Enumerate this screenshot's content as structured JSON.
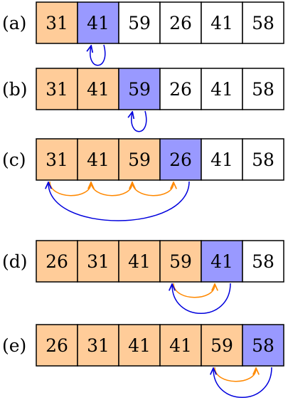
{
  "colors": {
    "sorted": "#FFCC99",
    "key": "#9999FF",
    "unsorted": "#FFFFFF",
    "move_arrow": "#FF8800",
    "insert_arrow": "#0000DD",
    "border": "#000000"
  },
  "steps": [
    {
      "label": "(a)",
      "values": [
        "31",
        "41",
        "59",
        "26",
        "41",
        "58"
      ],
      "states": [
        "sorted",
        "key",
        "unsorted",
        "unsorted",
        "unsorted",
        "unsorted"
      ],
      "insert_arrow": {
        "from_cell": 1,
        "to_cell": 1
      },
      "move_arrows": []
    },
    {
      "label": "(b)",
      "values": [
        "31",
        "41",
        "59",
        "26",
        "41",
        "58"
      ],
      "states": [
        "sorted",
        "sorted",
        "key",
        "unsorted",
        "unsorted",
        "unsorted"
      ],
      "insert_arrow": {
        "from_cell": 2,
        "to_cell": 2
      },
      "move_arrows": []
    },
    {
      "label": "(c)",
      "values": [
        "31",
        "41",
        "59",
        "26",
        "41",
        "58"
      ],
      "states": [
        "sorted",
        "sorted",
        "sorted",
        "key",
        "unsorted",
        "unsorted"
      ],
      "insert_arrow": {
        "from_cell": 3,
        "to_cell": 0
      },
      "move_arrows": [
        {
          "from_cell": 0,
          "to_cell": 1
        },
        {
          "from_cell": 1,
          "to_cell": 2
        },
        {
          "from_cell": 2,
          "to_cell": 3
        }
      ]
    },
    {
      "label": "(d)",
      "values": [
        "26",
        "31",
        "41",
        "59",
        "41",
        "58"
      ],
      "states": [
        "sorted",
        "sorted",
        "sorted",
        "sorted",
        "key",
        "unsorted"
      ],
      "insert_arrow": {
        "from_cell": 4,
        "to_cell": 3
      },
      "move_arrows": [
        {
          "from_cell": 3,
          "to_cell": 4
        }
      ]
    },
    {
      "label": "(e)",
      "values": [
        "26",
        "31",
        "41",
        "41",
        "59",
        "58"
      ],
      "states": [
        "sorted",
        "sorted",
        "sorted",
        "sorted",
        "sorted",
        "key"
      ],
      "insert_arrow": {
        "from_cell": 5,
        "to_cell": 4
      },
      "move_arrows": [
        {
          "from_cell": 4,
          "to_cell": 5
        }
      ]
    }
  ]
}
